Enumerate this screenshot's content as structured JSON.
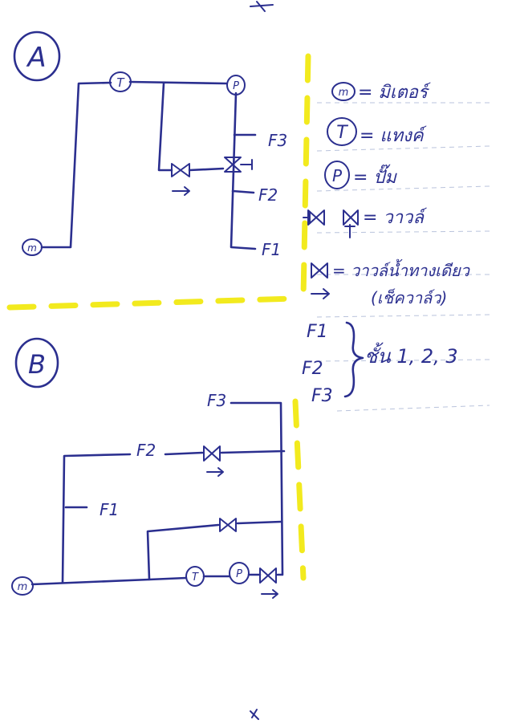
{
  "diagram_a": {
    "section_label": "A",
    "motor_symbol": "m",
    "tank_symbol": "T",
    "pump_symbol": "P",
    "outlet_1": "F1",
    "outlet_2": "F2",
    "outlet_3": "F3"
  },
  "diagram_b": {
    "section_label": "B",
    "motor_symbol": "m",
    "tank_symbol": "T",
    "pump_symbol": "P",
    "outlet_1": "F1",
    "outlet_2": "F2",
    "outlet_3": "F3"
  },
  "legend": {
    "motor_symbol": "m",
    "motor_text": "= มิเตอร์",
    "tank_symbol": "T",
    "tank_text": "= แทงค์",
    "pump_symbol": "P",
    "pump_text": "= ปั๊ม",
    "valve_text": "= วาวล์",
    "check_valve_text_1": "= วาวล์น้ำทางเดียว",
    "check_valve_text_2": "(เช็ควาล์ว)",
    "floor_1": "F1",
    "floor_2": "F2",
    "floor_3": "F3",
    "floor_text": "ชั้น 1, 2, 3"
  },
  "colors": {
    "ink": "#2b2f8f",
    "highlight": "#f2ea1e"
  }
}
